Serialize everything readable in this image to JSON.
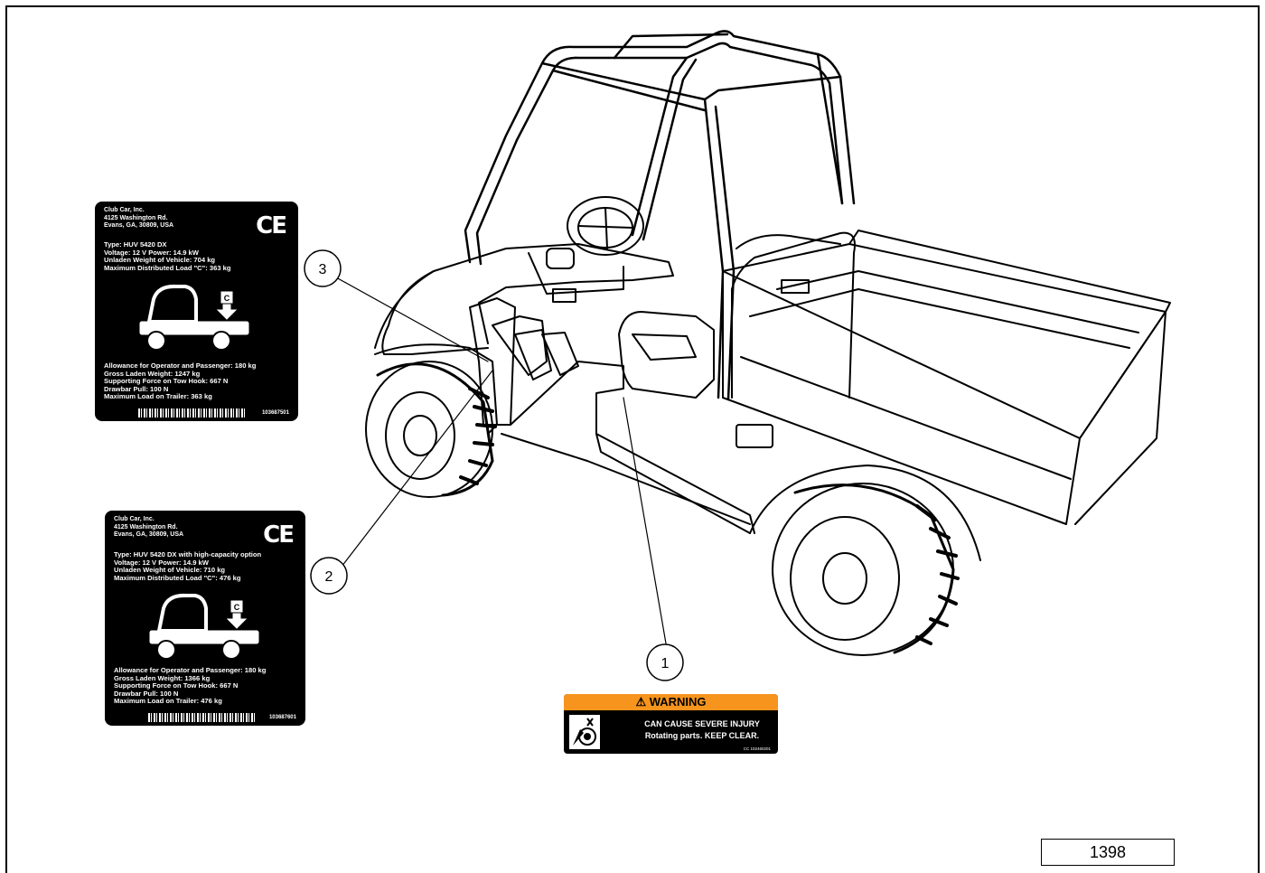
{
  "figure_number": "1398",
  "callouts": [
    "1",
    "2",
    "3"
  ],
  "label_top": {
    "address": "Club Car, Inc.\n4125 Washington Rd.\nEvans, GA, 30809, USA",
    "mark": "CE",
    "specs": "Type: HUV 5420 DX\nVoltage: 12 V    Power: 14.9 kW\nUnladen Weight of Vehicle: 704 kg\nMaximum Distributed Load \"C\": 363 kg",
    "load_letter": "C",
    "specs2": "Allowance for Operator and Passenger: 180 kg\nGross Laden Weight: 1247 kg\nSupporting Force on Tow Hook: 667 N\nDrawbar Pull: 100 N\nMaximum Load on Trailer: 363 kg",
    "code": "103687501"
  },
  "label_bottom": {
    "address": "Club Car, Inc.\n4125 Washington Rd.\nEvans, GA, 30809, USA",
    "mark": "CE",
    "specs": "Type: HUV 5420 DX with high-capacity option\nVoltage: 12 V    Power: 14.9 kW\nUnladen Weight of Vehicle: 710 kg\nMaximum Distributed Load \"C\": 476 kg",
    "load_letter": "C",
    "specs2": "Allowance for Operator and Passenger: 180 kg\nGross Laden Weight: 1366 kg\nSupporting Force on Tow Hook: 667 N\nDrawbar Pull: 100 N\nMaximum Load on Trailer: 476 kg",
    "code": "103687601"
  },
  "warning": {
    "header": "⚠ WARNING",
    "line1": "CAN CAUSE SEVERE INJURY",
    "line2": "Rotating parts. KEEP CLEAR.",
    "code": "CC 102460201",
    "color": "#f7941d"
  }
}
